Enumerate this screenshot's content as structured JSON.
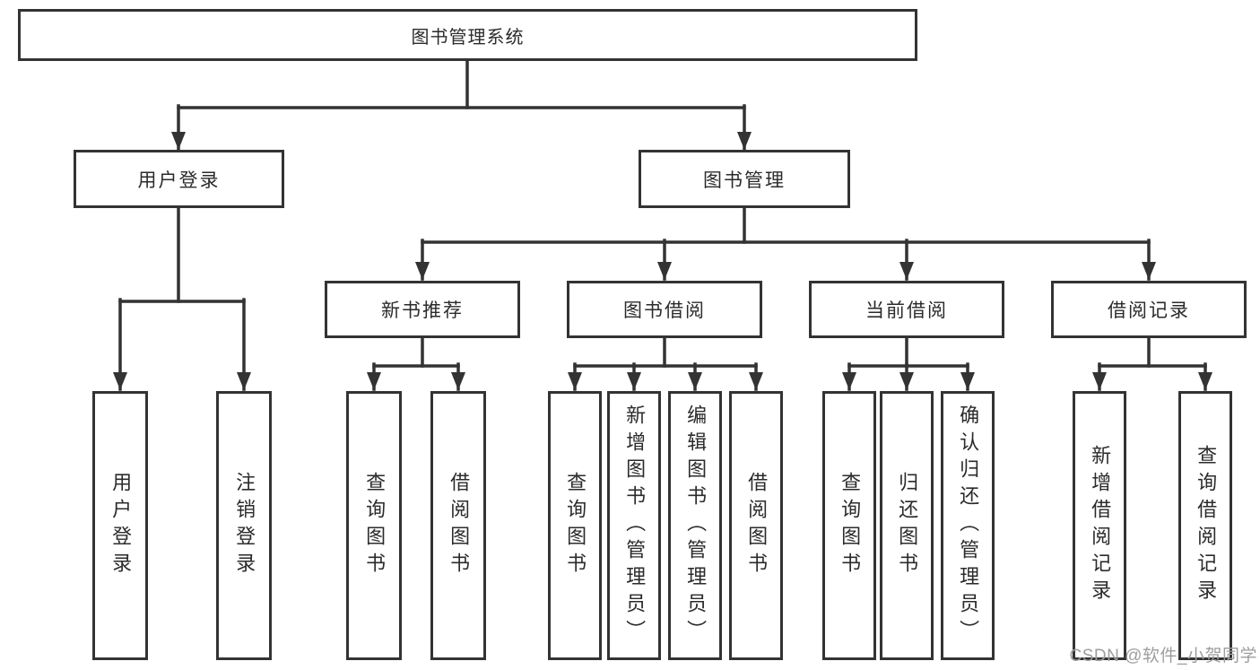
{
  "diagram": {
    "root": {
      "label": "图书管理系统"
    },
    "branches": [
      {
        "label": "用户登录",
        "children": [
          {
            "label": "用户登录"
          },
          {
            "label": "注销登录"
          }
        ]
      },
      {
        "label": "图书管理",
        "children": [
          {
            "label": "新书推荐",
            "children": [
              {
                "label": "查询图书"
              },
              {
                "label": "借阅图书"
              }
            ]
          },
          {
            "label": "图书借阅",
            "children": [
              {
                "label": "查询图书"
              },
              {
                "label": "新增图书（管理员）"
              },
              {
                "label": "编辑图书（管理员）"
              },
              {
                "label": "借阅图书"
              }
            ]
          },
          {
            "label": "当前借阅",
            "children": [
              {
                "label": "查询图书"
              },
              {
                "label": "归还图书"
              },
              {
                "label": "确认归还（管理员）"
              }
            ]
          },
          {
            "label": "借阅记录",
            "children": [
              {
                "label": "新增借阅记录"
              },
              {
                "label": "查询借阅记录"
              }
            ]
          }
        ]
      }
    ],
    "watermark": "CSDN @软件_小贺同学",
    "colors": {
      "line": "#333333",
      "border": "#333333",
      "text": "#2b2b2b",
      "watermark": "#9e9e9e",
      "background": "#ffffff"
    }
  }
}
